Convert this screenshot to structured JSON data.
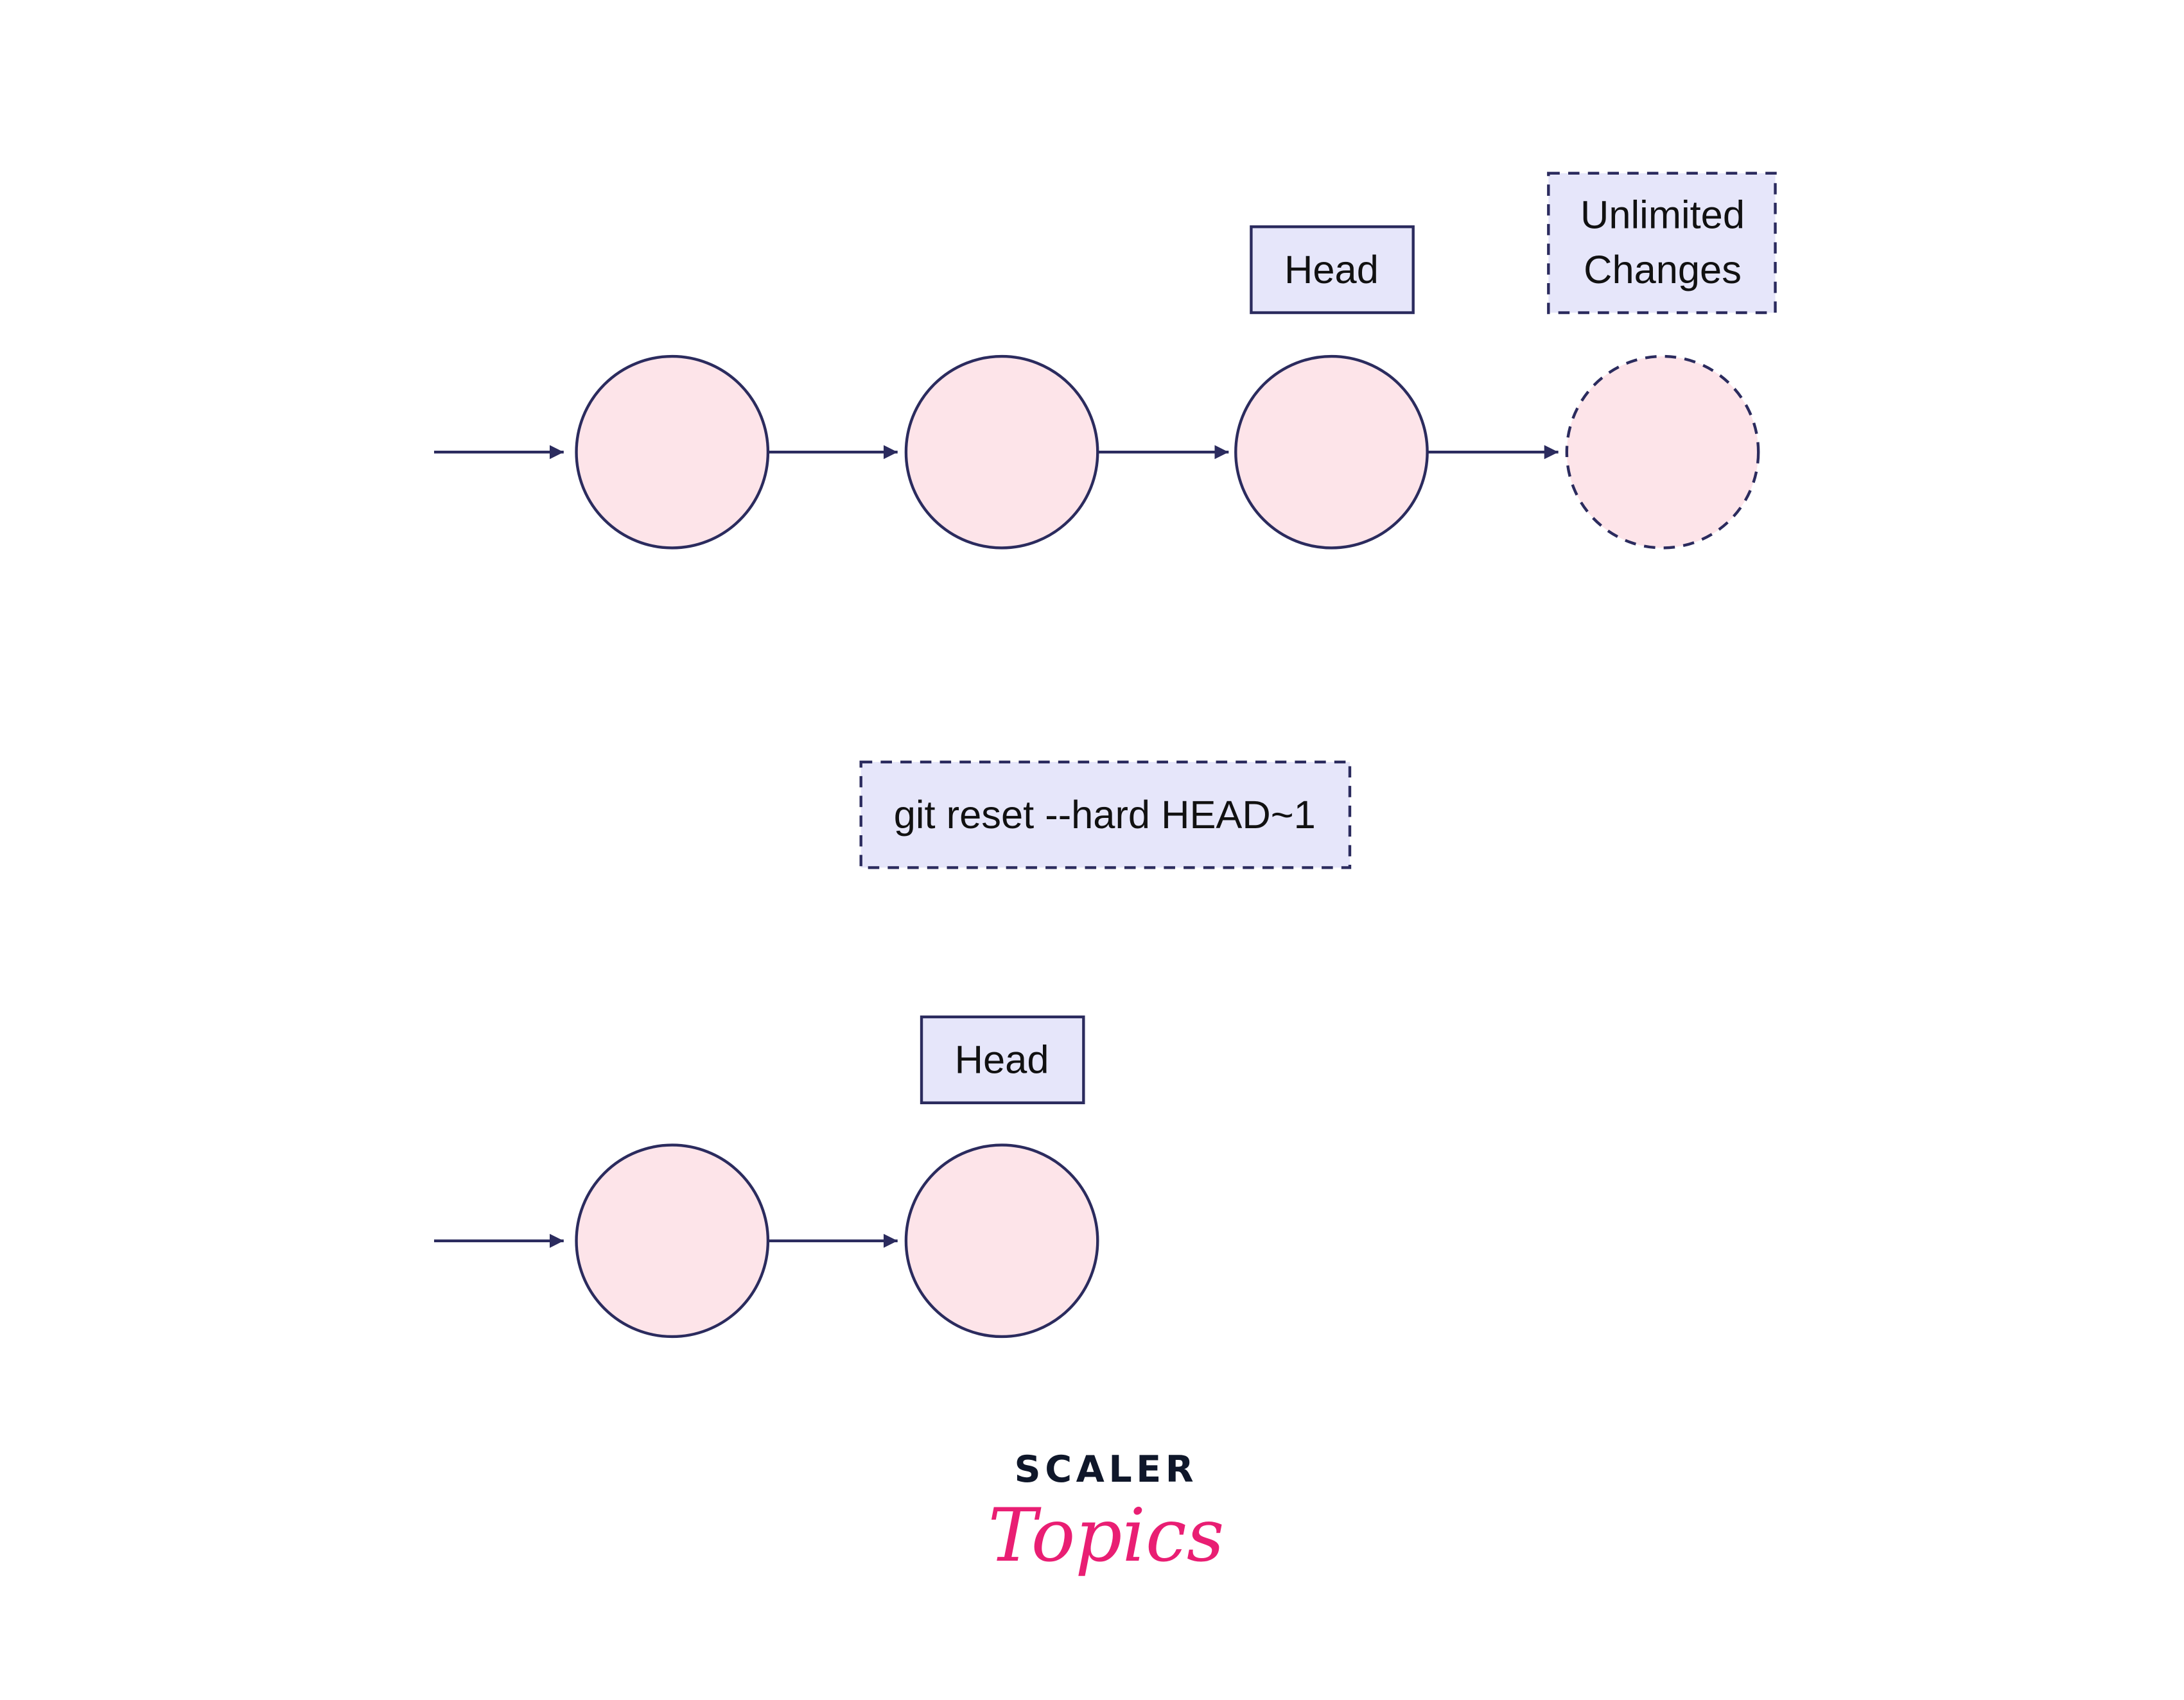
{
  "colors": {
    "node_fill": "#fde4e9",
    "stroke": "#2b2b5e",
    "label_fill": "#e6e6fa",
    "brand_pink": "#e91e73",
    "brand_dark": "#0f172a"
  },
  "top": {
    "head_label": "Head",
    "unlimited_label_line1": "Unlimited",
    "unlimited_label_line2": "Changes"
  },
  "command": "git reset --hard HEAD~1",
  "bottom": {
    "head_label": "Head"
  },
  "logo": {
    "line1": "SCALER",
    "line2": "Topics"
  }
}
